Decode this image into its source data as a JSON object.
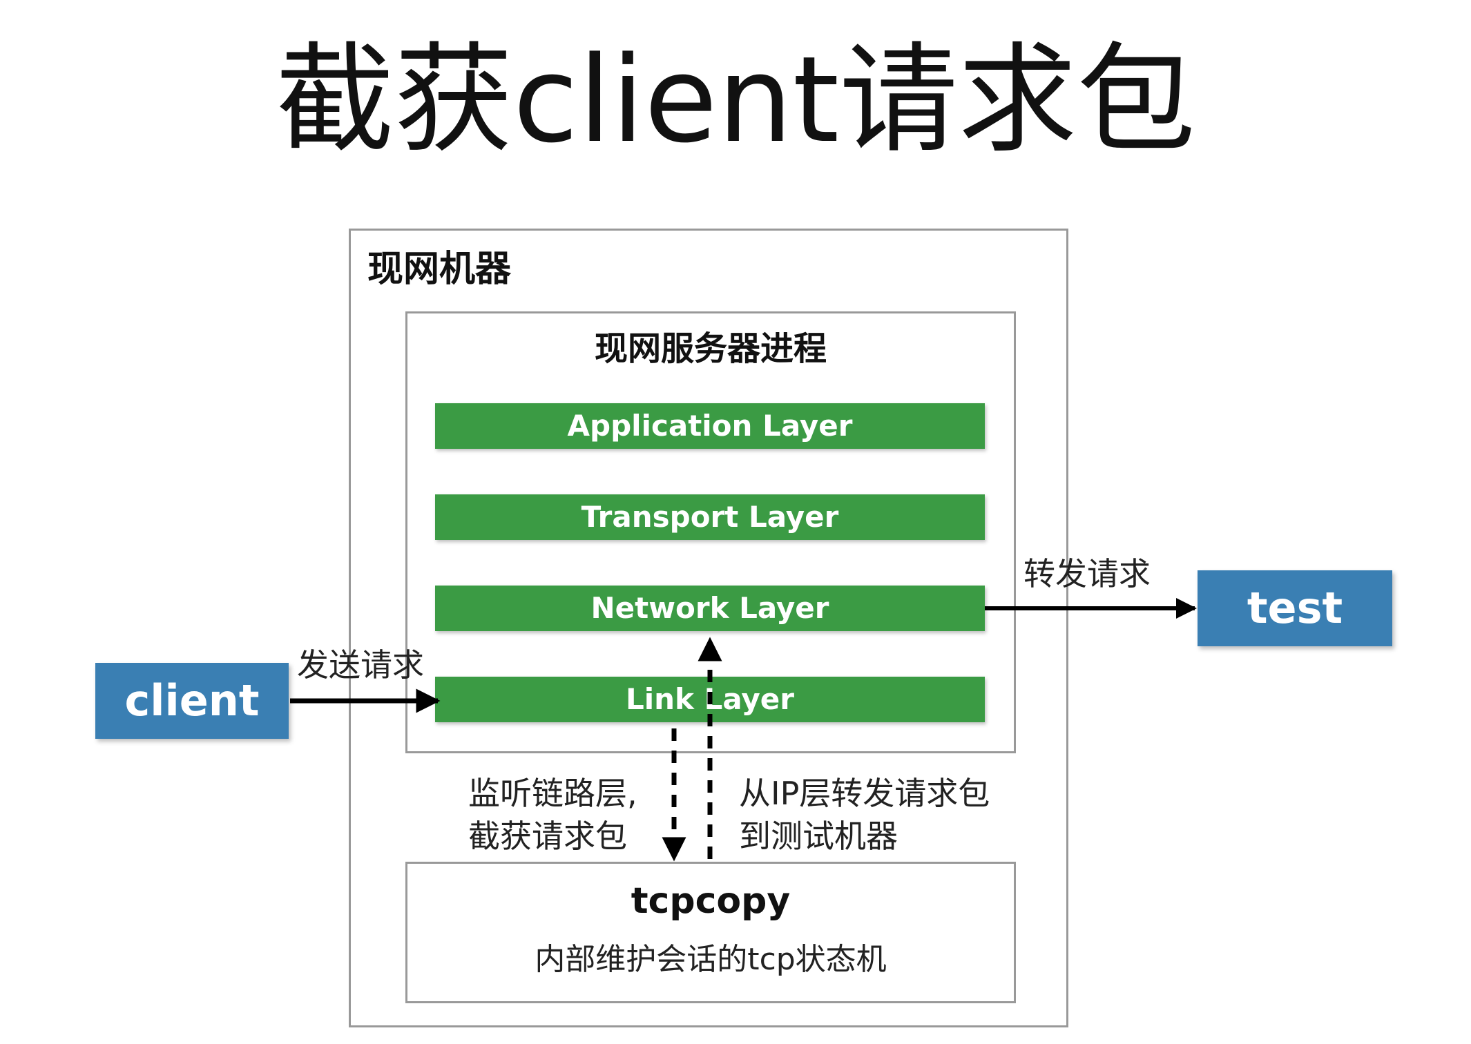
{
  "title": "截获client请求包",
  "outer_box": {
    "label": "现网机器"
  },
  "inner_box": {
    "label": "现网服务器进程"
  },
  "layers": [
    "Application Layer",
    "Transport Layer",
    "Network Layer",
    "Link Layer"
  ],
  "client": {
    "label": "client"
  },
  "test": {
    "label": "test"
  },
  "edges": {
    "send_request": "发送请求",
    "forward_request": "转发请求",
    "listen_line1": "监听链路层,",
    "listen_line2": "截获请求包",
    "forward_ip_line1": "从IP层转发请求包",
    "forward_ip_line2": "到测试机器"
  },
  "tcpcopy": {
    "title": "tcpcopy",
    "description": "内部维护会话的tcp状态机"
  },
  "colors": {
    "layer_green": "#3b9b44",
    "node_blue": "#3a7fb3",
    "border_gray": "#999999"
  }
}
